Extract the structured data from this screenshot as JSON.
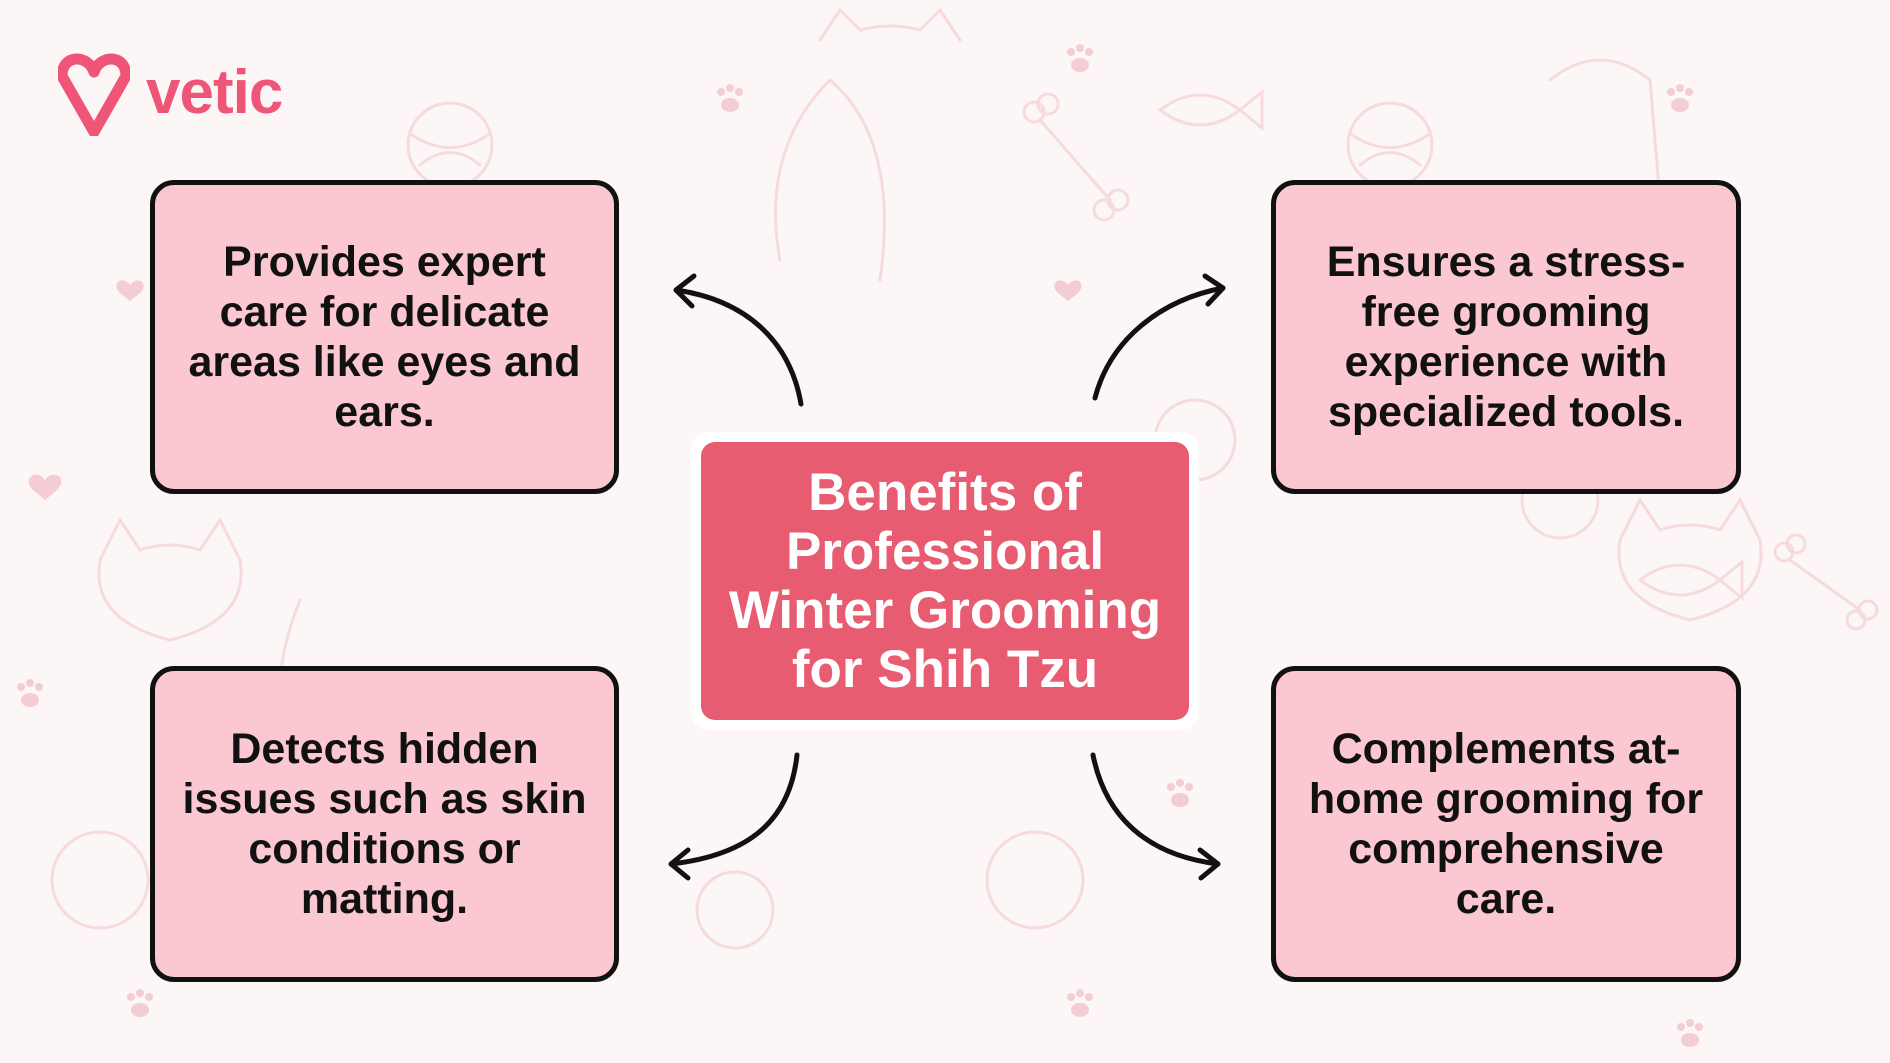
{
  "brand": {
    "name": "vetic",
    "color": "#ee5577",
    "logo_icon": "heart-v-icon"
  },
  "center": {
    "title": "Benefits of Professional Winter Grooming for Shih Tzu"
  },
  "cards": {
    "top_left": "Provides expert care for delicate areas like eyes and ears.",
    "top_right": "Ensures a stress-free grooming experience with specialized tools.",
    "bottom_left": "Detects hidden issues such as skin conditions or matting.",
    "bottom_right": "Complements at-home grooming for comprehensive care."
  },
  "colors": {
    "background": "#fdf6f7",
    "card_fill": "#fbc7d0",
    "card_border": "#111111",
    "center_fill": "#e85c72",
    "pattern": "#f5d9de"
  }
}
